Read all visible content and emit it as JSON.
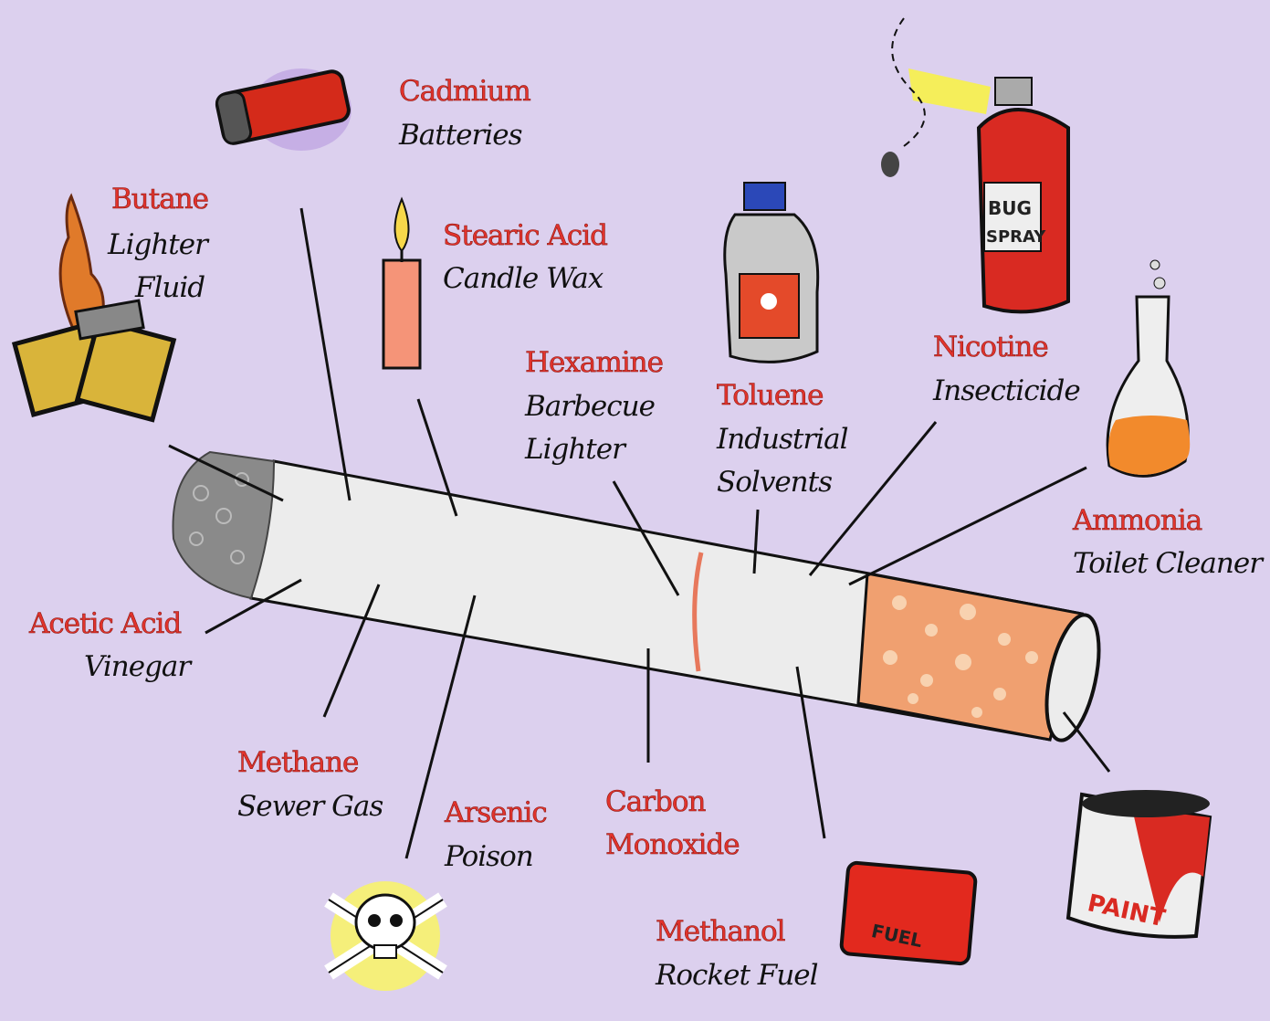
{
  "title": "Chemicals in a cigarette",
  "colors": {
    "background": "#dcd0ee",
    "chemical": "#e2332c",
    "use": "#111111",
    "filter": "#f0a070",
    "paper": "#ececec"
  },
  "items": [
    {
      "chemical": "Cadmium",
      "use": [
        "Batteries"
      ],
      "icon": "battery-icon"
    },
    {
      "chemical": "Butane",
      "use": [
        "Lighter",
        "Fluid"
      ],
      "icon": "lighter-icon"
    },
    {
      "chemical": "Stearic Acid",
      "use": [
        "Candle Wax"
      ],
      "icon": "candle-icon"
    },
    {
      "chemical": "Hexamine",
      "use": [
        "Barbecue",
        "Lighter"
      ]
    },
    {
      "chemical": "Toluene",
      "use": [
        "Industrial",
        "Solvents"
      ],
      "icon": "solvent-bottle-icon"
    },
    {
      "chemical": "Nicotine",
      "use": [
        "Insecticide"
      ],
      "icon": "bug-spray-icon"
    },
    {
      "chemical": "Ammonia",
      "use": [
        "Toilet Cleaner"
      ],
      "icon": "flask-icon"
    },
    {
      "chemical": "Acetic Acid",
      "use": [
        "Vinegar"
      ]
    },
    {
      "chemical": "Methane",
      "use": [
        "Sewer Gas"
      ]
    },
    {
      "chemical": "Arsenic",
      "use": [
        "Poison"
      ],
      "icon": "skull-crossbones-icon"
    },
    {
      "chemical": "Carbon",
      "use": [
        "Monoxide"
      ]
    },
    {
      "chemical": "Methanol",
      "use": [
        "Rocket Fuel"
      ],
      "icon": "fuel-can-icon"
    }
  ],
  "icon_text": {
    "bug_spray": [
      "BUG",
      "SPRAY"
    ],
    "fuel": "FUEL",
    "paint": "PAINT"
  }
}
